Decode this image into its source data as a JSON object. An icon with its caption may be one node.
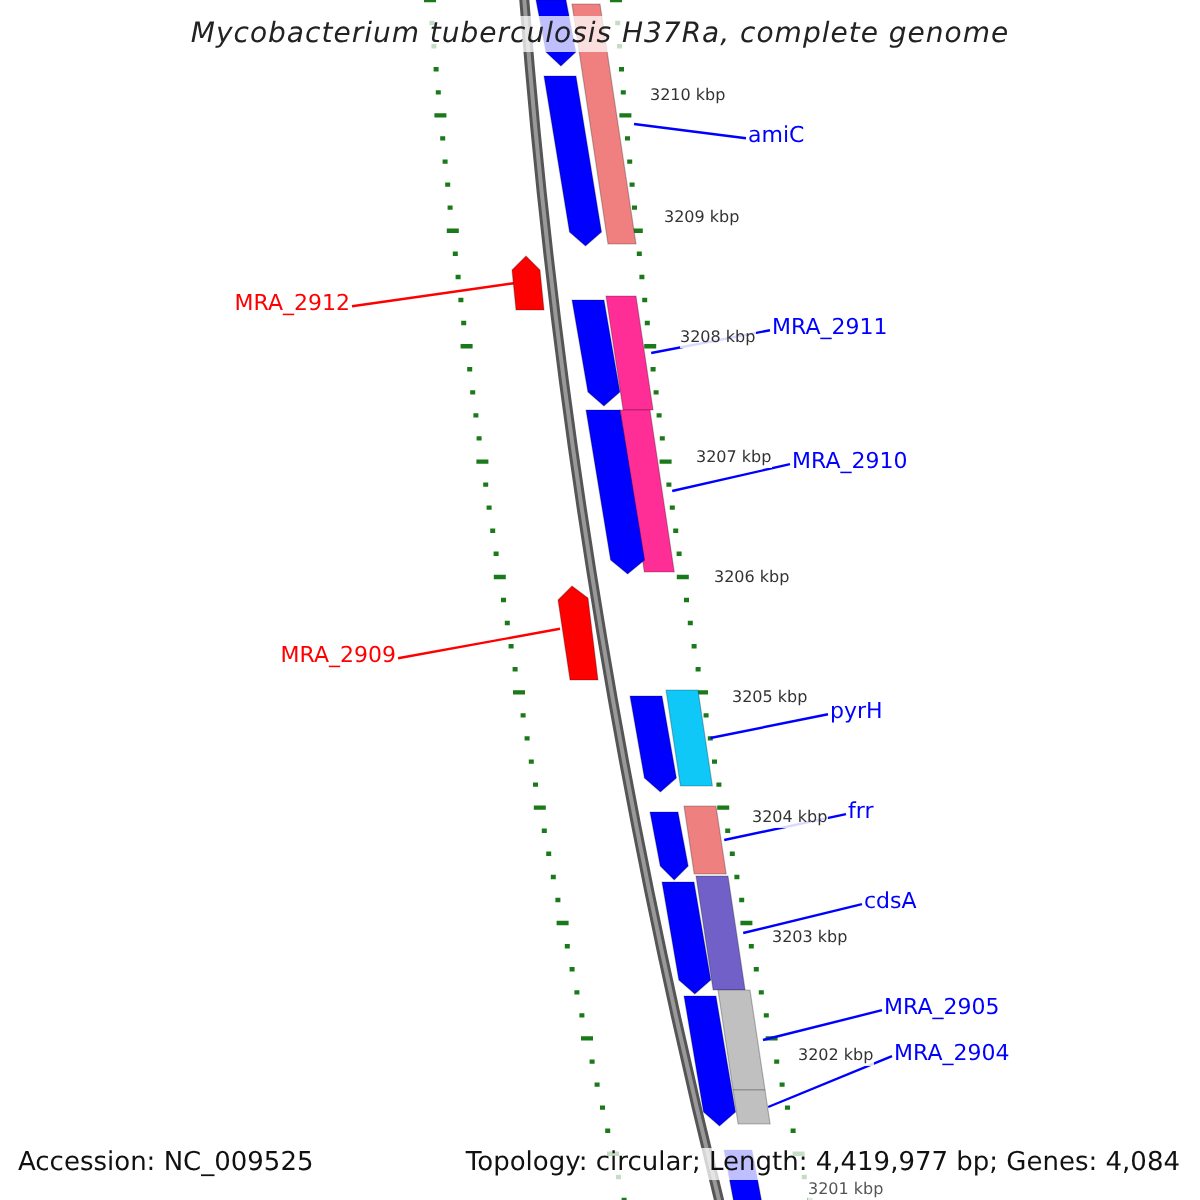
{
  "diagram": {
    "title": "Mycobacterium tuberculosis H37Ra, complete genome",
    "nodes": [
      {
        "text": [
          "amiC"
        ]
      },
      {
        "text": [],
        "shape": "bar"
      },
      {
        "text": [
          "MRA_2912"
        ]
      },
      {
        "text": [],
        "shape": "arrow"
      },
      {
        "text": [
          "MRA_2911"
        ]
      },
      {
        "text": [],
        "shape": "bar"
      },
      {
        "text": [
          "MRA_2910"
        ]
      },
      {
        "text": [],
        "shape": "bar"
      },
      {
        "text": [
          "MRA_2909"
        ]
      },
      {
        "text": [],
        "shape": "arrow"
      },
      {
        "text": [
          "pyrH"
        ]
      },
      {
        "text": [],
        "shape": "bar"
      },
      {
        "text": [
          "frr"
        ]
      },
      {
        "text": [],
        "shape": "bar"
      },
      {
        "text": [
          "cdsA"
        ]
      },
      {
        "text": [],
        "shape": "bar"
      },
      {
        "text": [
          "MRA_2905"
        ]
      },
      {
        "text": [],
        "shape": "bar"
      },
      {
        "text": [
          "MRA_2904"
        ]
      },
      {
        "text": [],
        "shape": "bar"
      },
      {
        "text": [],
        "shape": "arrow"
      },
      {
        "text": [],
        "shape": "arrow"
      },
      {
        "text": [],
        "shape": "arrow"
      },
      {
        "text": [],
        "shape": "arrow"
      },
      {
        "text": [],
        "shape": "arrow"
      },
      {
        "text": [],
        "shape": "arrow"
      },
      {
        "text": [],
        "shape": "arrow"
      },
      {
        "text": [],
        "shape": "arrow"
      },
      {
        "text": [],
        "shape": "arrow"
      }
    ],
    "edges": [
      {
        "from": 0,
        "to": 1,
        "arrow": "none"
      },
      {
        "from": 2,
        "to": 3,
        "arrow": "none",
        "color": "#ff0000"
      },
      {
        "from": 4,
        "to": 5,
        "arrow": "none"
      },
      {
        "from": 6,
        "to": 7,
        "arrow": "none"
      },
      {
        "from": 8,
        "to": 9,
        "arrow": "none",
        "color": "#ff0000"
      },
      {
        "from": 10,
        "to": 11,
        "arrow": "none"
      },
      {
        "from": 12,
        "to": 13,
        "arrow": "none"
      },
      {
        "from": 14,
        "to": 15,
        "arrow": "none"
      },
      {
        "from": 16,
        "to": 17,
        "arrow": "none"
      },
      {
        "from": 18,
        "to": 19,
        "arrow": "none"
      }
    ],
    "labels": [
      "3210 kbp",
      "3209 kbp",
      "3208 kbp",
      "3207 kbp",
      "3206 kbp",
      "3205 kbp",
      "3204 kbp",
      "3203 kbp",
      "3202 kbp",
      "3201 kbp",
      "Accession: NC_009525",
      "Topology: circular; Length: 4,419,977 bp; Genes: 4,084"
    ]
  }
}
